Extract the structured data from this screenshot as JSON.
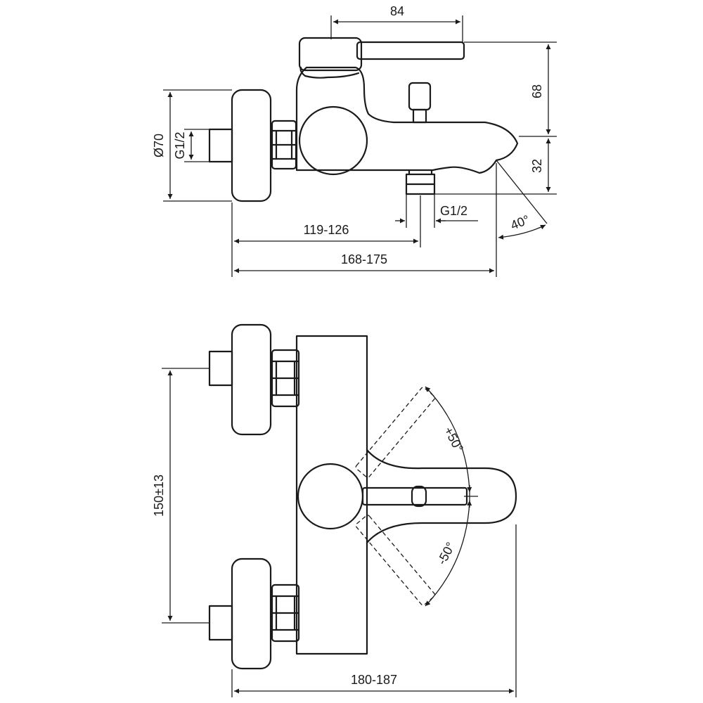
{
  "side_view": {
    "dims": {
      "width_84": "84",
      "height_68": "68",
      "height_32": "32",
      "diameter_70": "Ø70",
      "thread_inlet": "G1/2",
      "thread_outlet": "G1/2",
      "length_119_126": "119-126",
      "length_168_175": "168-175",
      "angle_40": "40°"
    }
  },
  "top_view": {
    "dims": {
      "spacing_150": "150±13",
      "depth_180_187": "180-187",
      "angle_plus_50": "+50°",
      "angle_minus_50": "-50°"
    }
  }
}
